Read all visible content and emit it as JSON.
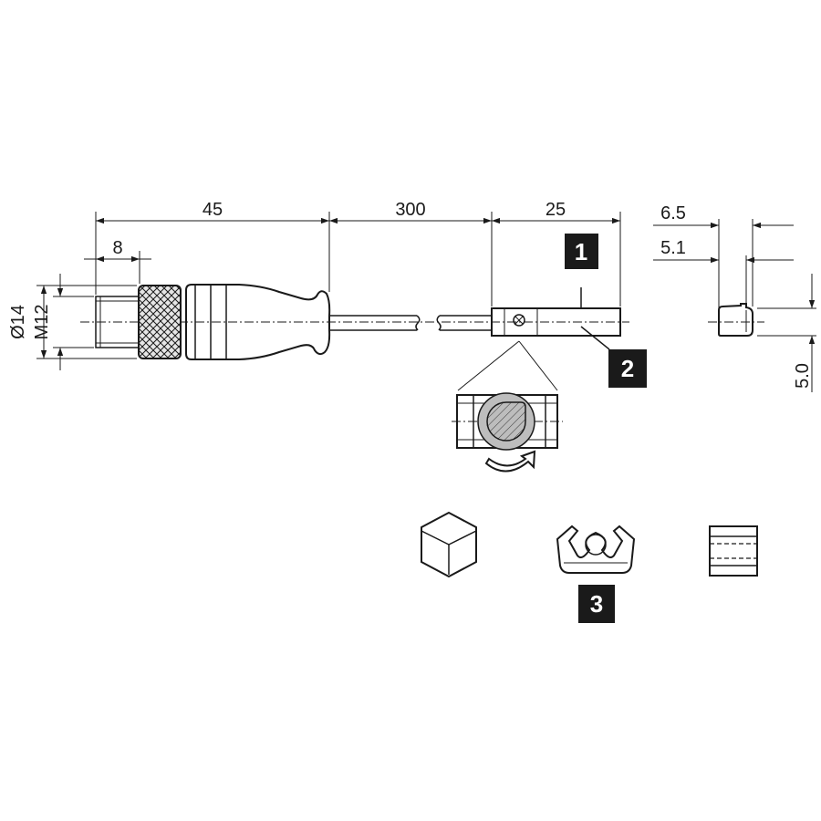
{
  "dimensions": {
    "connector_length": "45",
    "cable_length": "300",
    "sensor_length": "25",
    "thread_length": "8",
    "nut_diameter": "Ø14",
    "thread_size": "M12",
    "side_width_outer": "6.5",
    "side_width_inner": "5.1",
    "side_height": "5.0"
  },
  "callouts": {
    "one": "1",
    "two": "2",
    "three": "3"
  },
  "colors": {
    "line": "#1a1a1a",
    "knurl_fill": "#e6e6e6",
    "badge": "#1a1a1a"
  }
}
